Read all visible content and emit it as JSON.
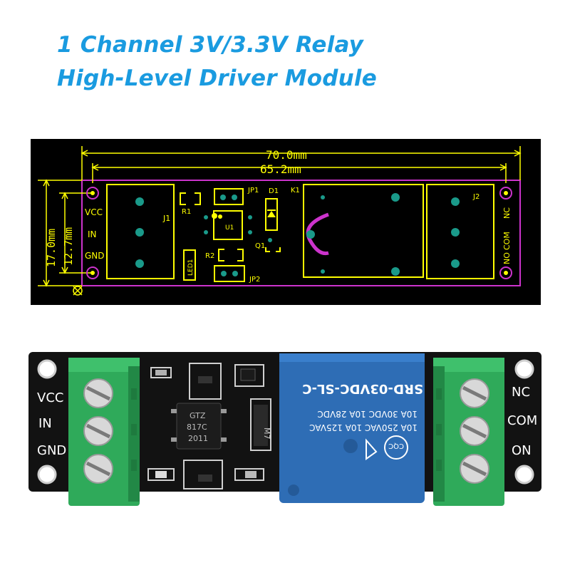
{
  "title": {
    "line1": "1 Channel 3V/3.3V Relay",
    "line2": "High-Level Driver Module"
  },
  "pcb_drawing": {
    "dim_total": "70.0mm",
    "dim_holes": "65.2mm",
    "dim_height": "17.0mm",
    "dim_hole_spacing": "12.7mm",
    "pin_vcc": "VCC",
    "pin_in": "IN",
    "pin_gnd": "GND",
    "j1": "J1",
    "r1": "R1",
    "jp1": "JP1",
    "u1": "U1",
    "d1": "D1",
    "k1": "K1",
    "q1": "Q1",
    "r2": "R2",
    "led1": "LED1",
    "jp2": "JP2",
    "j2": "J2",
    "pin_nc": "NC",
    "pin_com": "COM",
    "pin_no": "NO",
    "colors": {
      "board_bg": "#000000",
      "silk": "#ffff00",
      "outline": "#cc33cc",
      "pad": "#1a9a8a"
    }
  },
  "photo": {
    "pin_vcc": "VCC",
    "pin_in": "IN",
    "pin_gnd": "GND",
    "pin_nc": "NC",
    "pin_com": "COM",
    "pin_on": "ON",
    "opto_line1": "GTZ",
    "opto_line2": "817C",
    "opto_line3": "2011",
    "diode": "M7",
    "relay_model": "SRD-03VDC-SL-C",
    "relay_rating1": "10A 250VAC 10A 125VAC",
    "relay_rating2": "10A 30VDC 10A 28VDC",
    "relay_logo": "CQC",
    "colors": {
      "relay": "#2e6db5",
      "terminal": "#2faa5a",
      "board": "#111111"
    }
  }
}
